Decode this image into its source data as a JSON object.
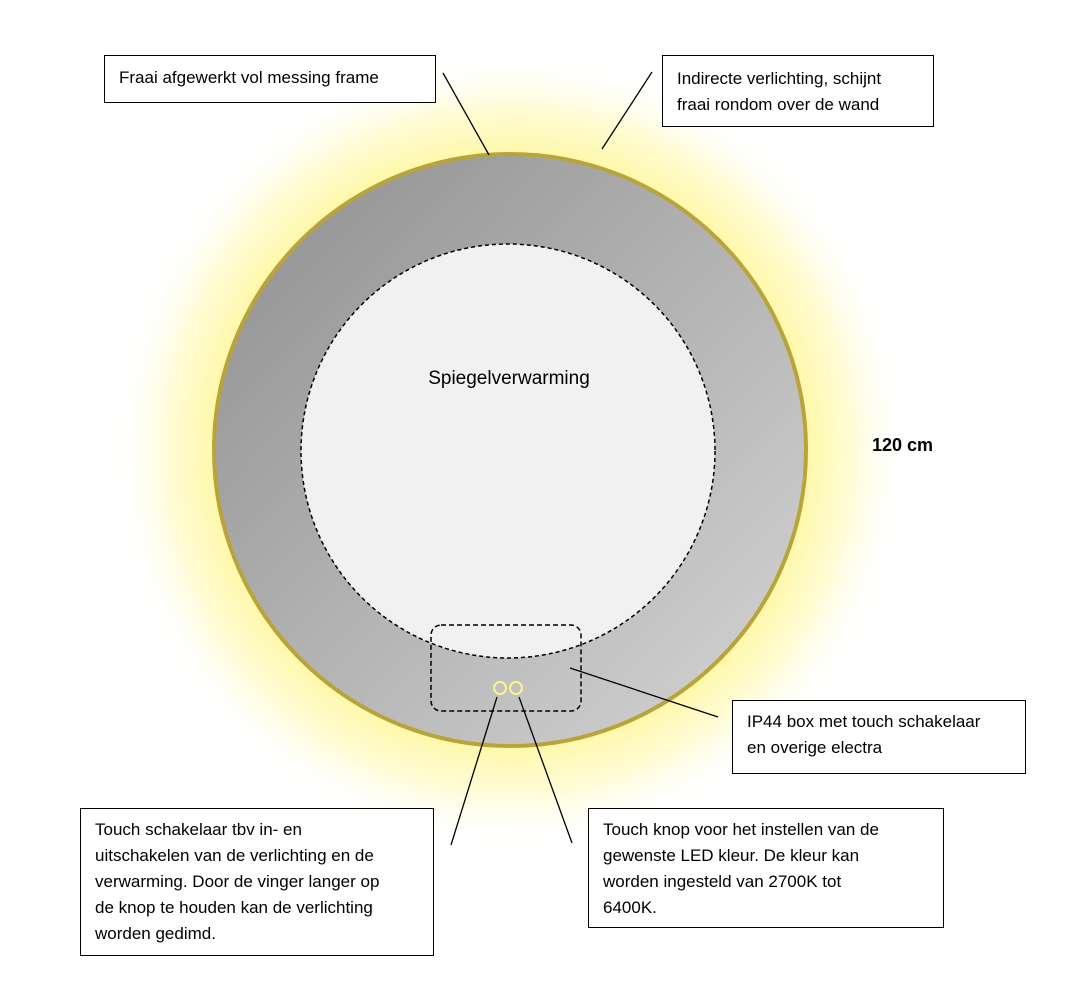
{
  "diagram": {
    "center_label": "Spiegelverwarming",
    "size_label": "120 cm",
    "colors": {
      "glow": "#fff8a8",
      "frame": "#b9a43a",
      "mirror_gradient_start": "#8e8e8e",
      "mirror_gradient_end": "#d6d6d6",
      "heating_zone": "#f1f1f1",
      "touch_button": "#fff38a"
    }
  },
  "callouts": {
    "frame": [
      "Fraai afgewerkt vol messing frame"
    ],
    "lighting": [
      "Indirecte verlichting, schijnt",
      "fraai rondom over de wand"
    ],
    "ip44": [
      "IP44 box met touch schakelaar",
      "en overige electra"
    ],
    "touch_switch": [
      "Touch schakelaar tbv in- en",
      "uitschakelen van de verlichting en de",
      "verwarming. Door de vinger langer op",
      "de knop te houden kan de verlichting",
      "worden gedimd."
    ],
    "touch_knob": [
      "Touch knop voor het instellen van de",
      "gewenste LED kleur. De kleur kan",
      "worden ingesteld van 2700K tot",
      "6400K."
    ]
  }
}
